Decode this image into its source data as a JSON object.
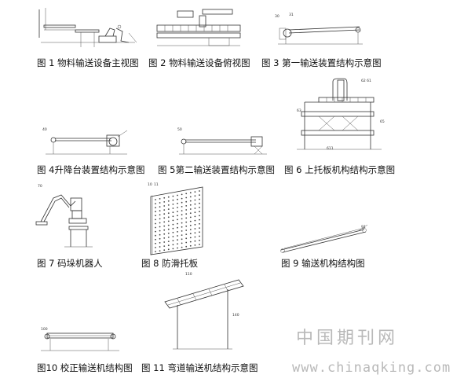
{
  "figures": [
    {
      "caption": "图 1 物料输送设备主视图"
    },
    {
      "caption": "图 2 物料输送设备俯视图"
    },
    {
      "caption": "图 3 第一输送装置结构示意图"
    },
    {
      "caption": "图 4升降台装置结构示意图"
    },
    {
      "caption": "图 5第二输送装置结构示意图"
    },
    {
      "caption": "图 6 上托板机构结构示意图"
    },
    {
      "caption": "图 7 码垛机器人"
    },
    {
      "caption": "图 8 防滑托板"
    },
    {
      "caption": "图 9 输送机构结构图"
    },
    {
      "caption": "图10 校正输送机结构图"
    },
    {
      "caption": "图 11 弯道输送机结构示意图"
    }
  ],
  "watermark": {
    "name": "中国期刊网",
    "url": "www.chinaqking.com"
  }
}
